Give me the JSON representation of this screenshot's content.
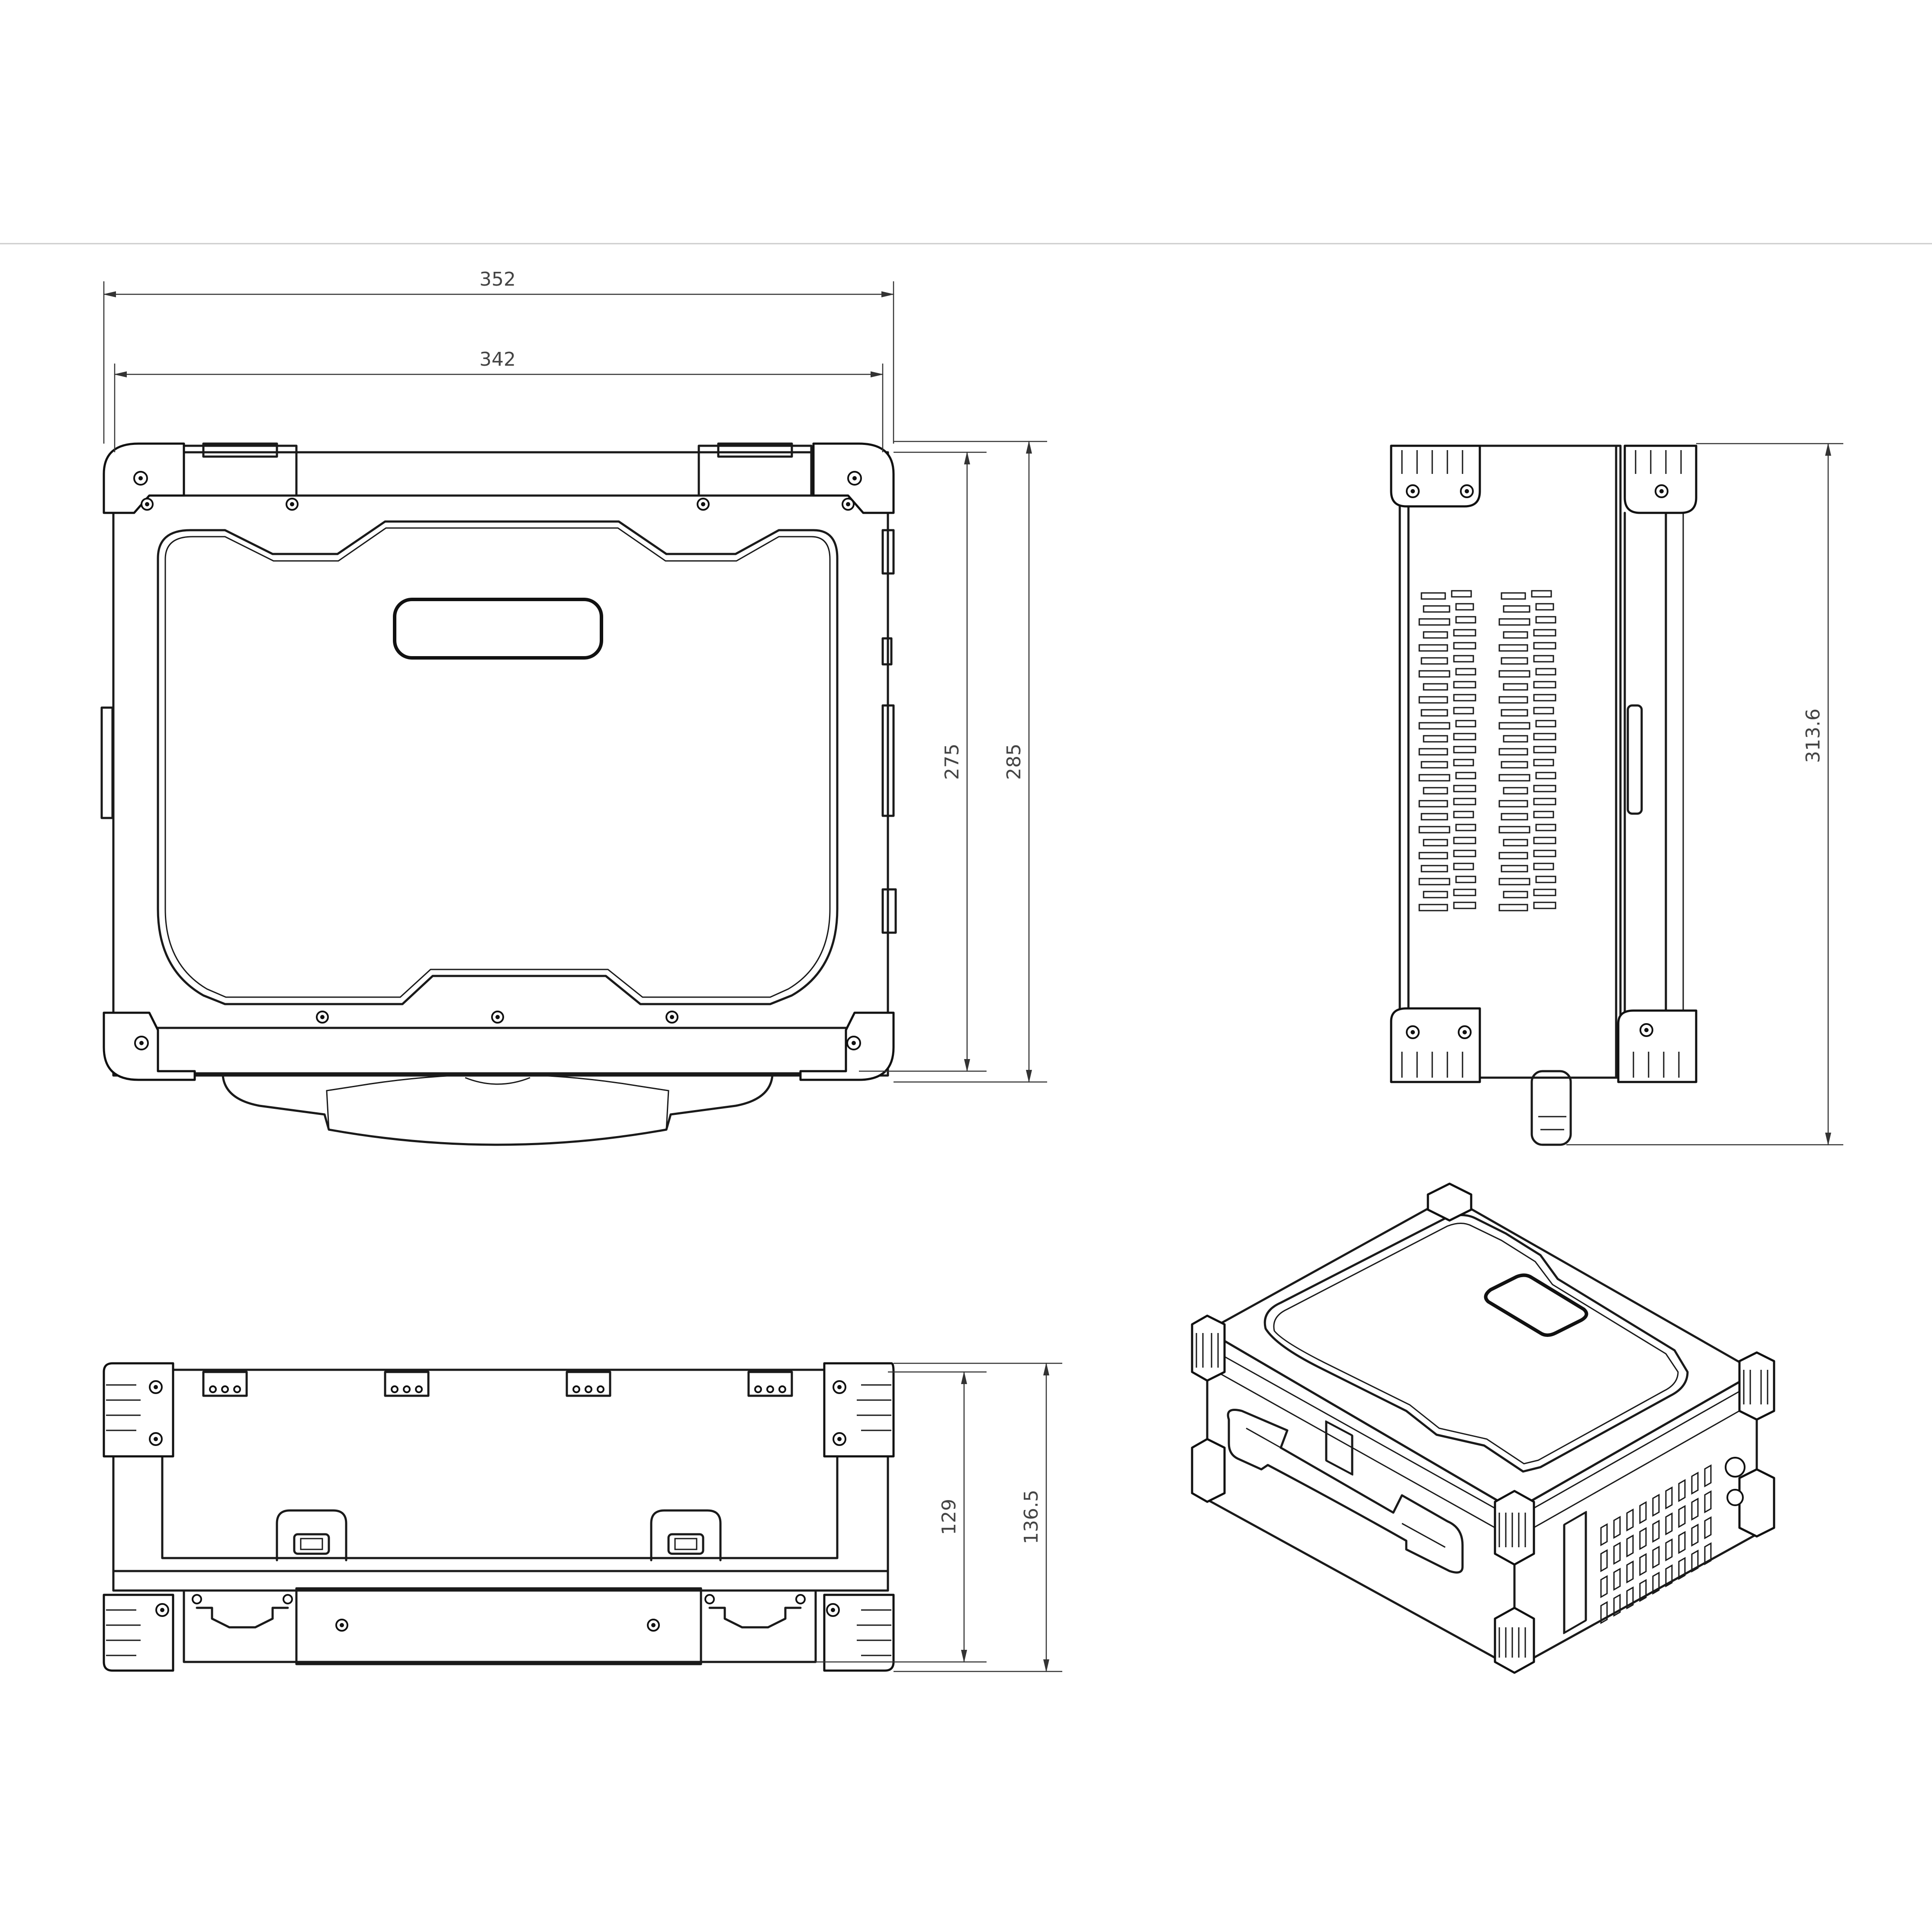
{
  "title": "",
  "views": {
    "top": {
      "dims": {
        "overall_width": "352",
        "inner_width": "342",
        "inner_depth": "275",
        "overall_depth": "285"
      }
    },
    "side": {
      "dims": {
        "depth_with_handle": "313.6"
      }
    },
    "front": {
      "dims": {
        "inner_height": "129",
        "overall_height": "136.5"
      }
    },
    "isometric": {}
  },
  "colors": {
    "line": "#1a1a1a",
    "dimension": "#333333",
    "background": "#ffffff"
  }
}
